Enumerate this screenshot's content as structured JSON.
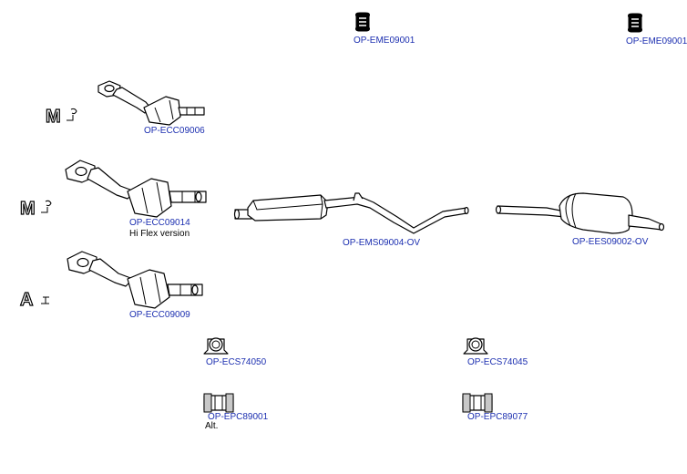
{
  "parts": {
    "hanger_1": "OP-EME09001",
    "hanger_2": "OP-EME09001",
    "catalyst_manual_1": "OP-ECC09006",
    "catalyst_manual_2": "OP-ECC09014",
    "catalyst_manual_2_note": "Hi Flex version",
    "catalyst_auto": "OP-ECC09009",
    "middle_silencer": "OP-EMS09004-OV",
    "rear_silencer": "OP-EES09002-OV",
    "clamp_1": "OP-ECS74050",
    "clamp_2": "OP-ECS74045",
    "connector_1": "OP-EPC89001",
    "connector_1_note": "Alt.",
    "connector_2": "OP-EPC89077"
  },
  "transmission_icons": {
    "manual_1": "M",
    "manual_2": "M",
    "auto": "A"
  }
}
